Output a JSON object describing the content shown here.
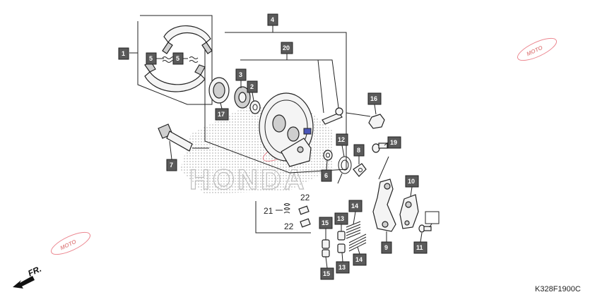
{
  "diagram": {
    "brand_watermark": "HONDA",
    "watermark_logo": "MOTO",
    "drawing_code": "K328F1900C",
    "direction_label": "FR.",
    "callouts": {
      "c1": "1",
      "c2": "2",
      "c3": "3",
      "c4": "4",
      "c5a": "5",
      "c5b": "5",
      "c6": "6",
      "c7": "7",
      "c8": "8",
      "c9": "9",
      "c10": "10",
      "c11": "11",
      "c12": "12",
      "c13a": "13",
      "c13b": "13",
      "c14a": "14",
      "c14b": "14",
      "c15a": "15",
      "c15b": "15",
      "c16": "16",
      "c17": "17",
      "c19": "19",
      "c20": "20",
      "c_blank": ""
    },
    "plain_labels": {
      "l21": "21",
      "l22a": "22",
      "l22b": "22"
    }
  }
}
